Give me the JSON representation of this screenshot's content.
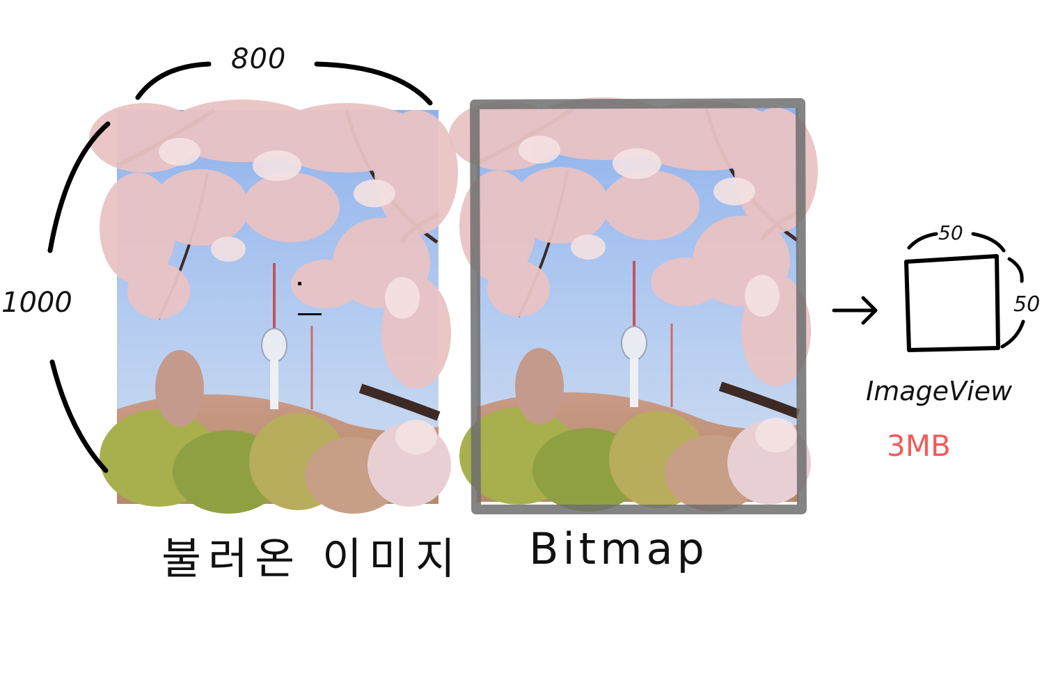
{
  "source_image": {
    "width_label": "800",
    "height_label": "1000",
    "caption": "불러온 이미지"
  },
  "bitmap": {
    "caption": "Bitmap"
  },
  "image_view": {
    "width_label": "50",
    "height_label": "50",
    "caption": "ImageView",
    "memory_label": "3MB",
    "memory_color": "#f25a5a"
  }
}
